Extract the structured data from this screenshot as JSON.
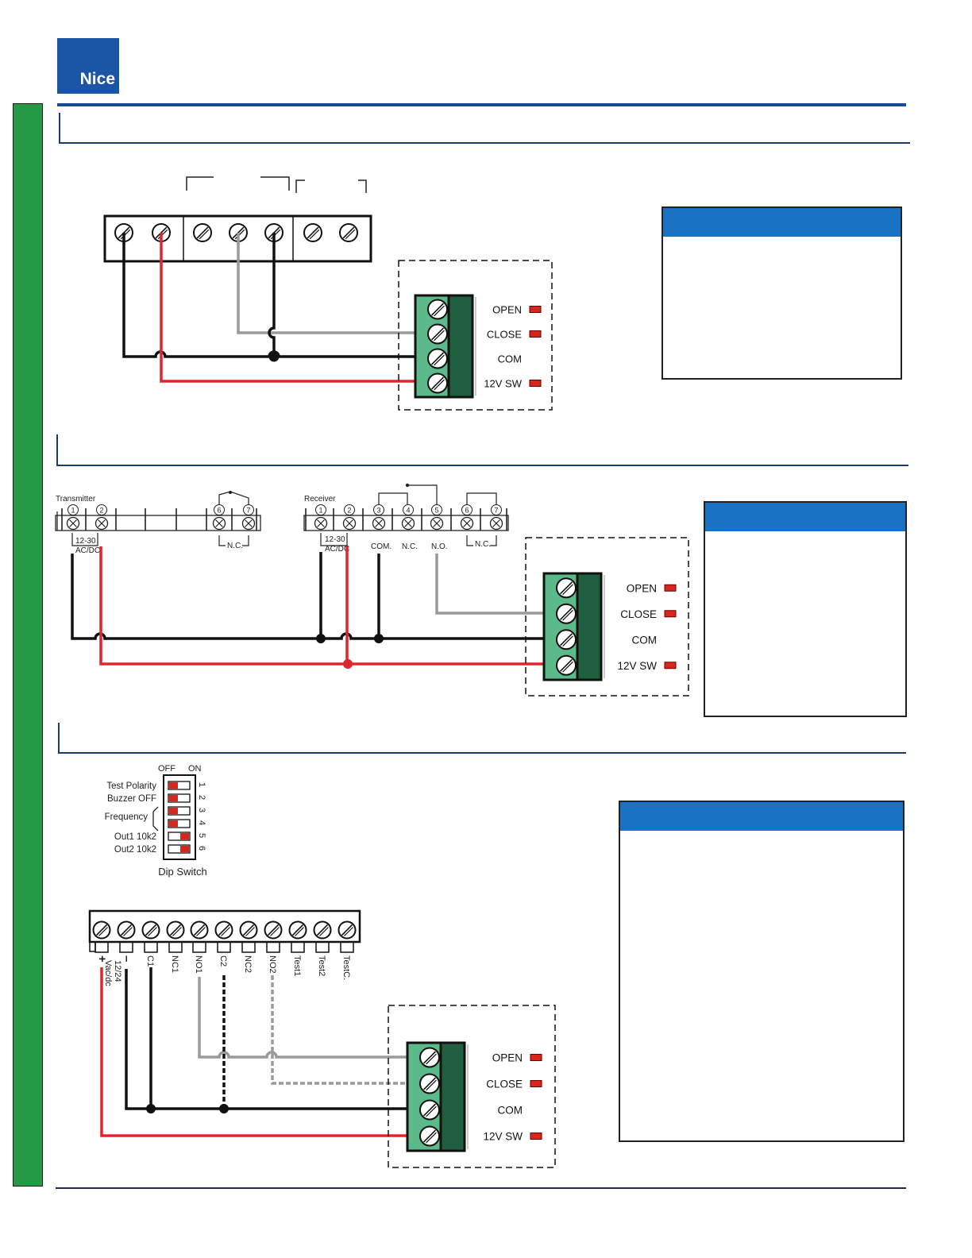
{
  "brand": {
    "logo_text": "Nice"
  },
  "colors": {
    "brand_blue": "#1a55a6",
    "header_blue": "#1a72c4",
    "sidebar_green": "#259a45",
    "terminal_green": "#5cb98a",
    "terminal_dark": "#1f5f3f",
    "wire_red": "#e0262c",
    "wire_gray": "#9a9a9a",
    "wire_black": "#111111",
    "led_red": "#d9261c"
  },
  "output_labels": [
    "OPEN",
    "CLOSE",
    "COM",
    "12V SW"
  ],
  "section2": {
    "transmitter": {
      "title": "Transmitter",
      "numbers": [
        "1",
        "2",
        "6",
        "7"
      ],
      "power_label_1": "12-30",
      "power_label_2": "AC/DC",
      "nc_label": "N.C."
    },
    "receiver": {
      "title": "Receiver",
      "numbers": [
        "1",
        "2",
        "3",
        "4",
        "5",
        "6",
        "7"
      ],
      "power_label_1": "12-30",
      "power_label_2": "AC/DC",
      "com_label": "COM.",
      "nc_label": "N.C.",
      "no_label": "N.O.",
      "nc2_label": "N.C."
    }
  },
  "section3": {
    "dip": {
      "off_label": "OFF",
      "on_label": "ON",
      "caption": "Dip Switch",
      "rows": [
        {
          "label": "Test Polarity",
          "number": "1"
        },
        {
          "label": "Buzzer OFF",
          "number": "2"
        },
        {
          "label": "",
          "number": "3"
        },
        {
          "label": "",
          "number": "4"
        },
        {
          "label": "Out1  10k2",
          "number": "5"
        },
        {
          "label": "Out2  10k2",
          "number": "6"
        }
      ],
      "frequency_label": "Frequency"
    },
    "terminals": [
      "+",
      "–",
      "C1",
      "NC1",
      "NO1",
      "C2",
      "NC2",
      "NO2",
      "Test1",
      "Test2",
      "TestC."
    ],
    "power_label_1": "12/24",
    "power_label_2": "Vac/dc"
  }
}
